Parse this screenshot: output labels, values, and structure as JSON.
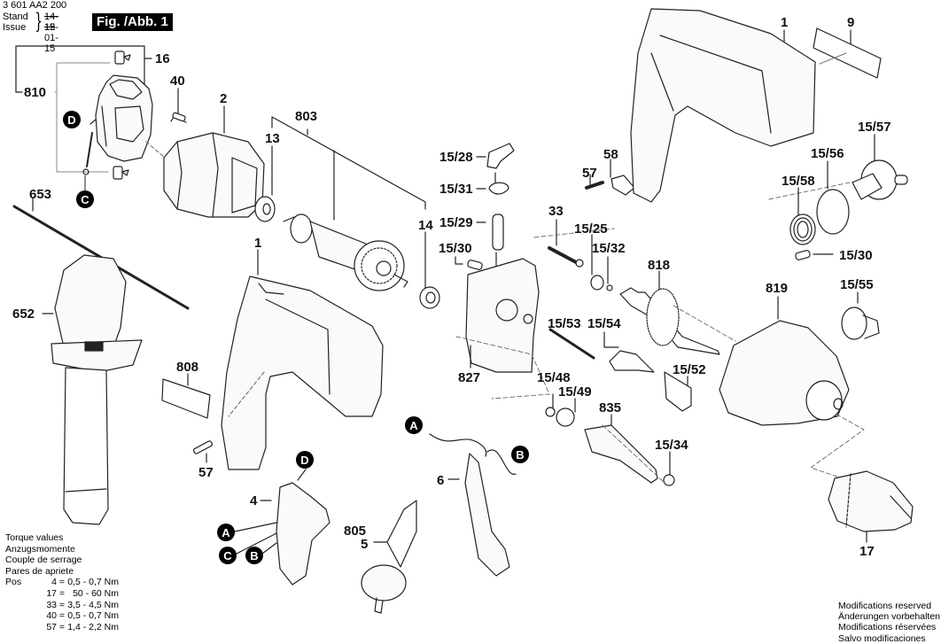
{
  "header": {
    "part_number": "3 601 AA2 200",
    "stand_label": "Stand",
    "issue_label": "Issue",
    "old_date": "14-12",
    "issue_date": "15-01-15",
    "figure_label": "Fig. /Abb. 1"
  },
  "part_labels": {
    "p1_top": "1",
    "p9": "9",
    "p16": "16",
    "p810": "810",
    "p40": "40",
    "p2": "2",
    "p803": "803",
    "p13": "13",
    "p14": "14",
    "p653": "653",
    "p652": "652",
    "p1_mid": "1",
    "p808": "808",
    "p57_left": "57",
    "p4": "4",
    "p805": "805",
    "p5": "5",
    "p6": "6",
    "p15_28": "15/28",
    "p15_31": "15/31",
    "p15_29": "15/29",
    "p15_30_left": "15/30",
    "p33": "33",
    "p57_top": "57",
    "p58": "58",
    "p15_25": "15/25",
    "p15_32": "15/32",
    "p818": "818",
    "p827": "827",
    "p15_53": "15/53",
    "p15_54": "15/54",
    "p15_52": "15/52",
    "p15_48": "15/48",
    "p15_49": "15/49",
    "p835": "835",
    "p15_34": "15/34",
    "p15_57": "15/57",
    "p15_56": "15/56",
    "p15_58": "15/58",
    "p15_30_right": "15/30",
    "p819": "819",
    "p15_55": "15/55",
    "p17": "17"
  },
  "connectors": {
    "A": "A",
    "B": "B",
    "C": "C",
    "D": "D"
  },
  "torque": {
    "titles": [
      "Torque values",
      "Anzugsmomente",
      "Couple de serrage",
      "Pares de apriete"
    ],
    "pos_label": "Pos",
    "rows": [
      {
        "pos": "4",
        "value": "0,5 - 0,7 Nm"
      },
      {
        "pos": "17",
        "value": "50 - 60 Nm"
      },
      {
        "pos": "33",
        "value": "3,5 - 4,5 Nm"
      },
      {
        "pos": "40",
        "value": "0,5 - 0,7 Nm"
      },
      {
        "pos": "57",
        "value": "1,4 - 2,2 Nm"
      }
    ]
  },
  "modifications": [
    "Modifications reserved",
    "Änderungen vorbehalten",
    "Modifications réservées",
    "Salvo modificaciones"
  ]
}
